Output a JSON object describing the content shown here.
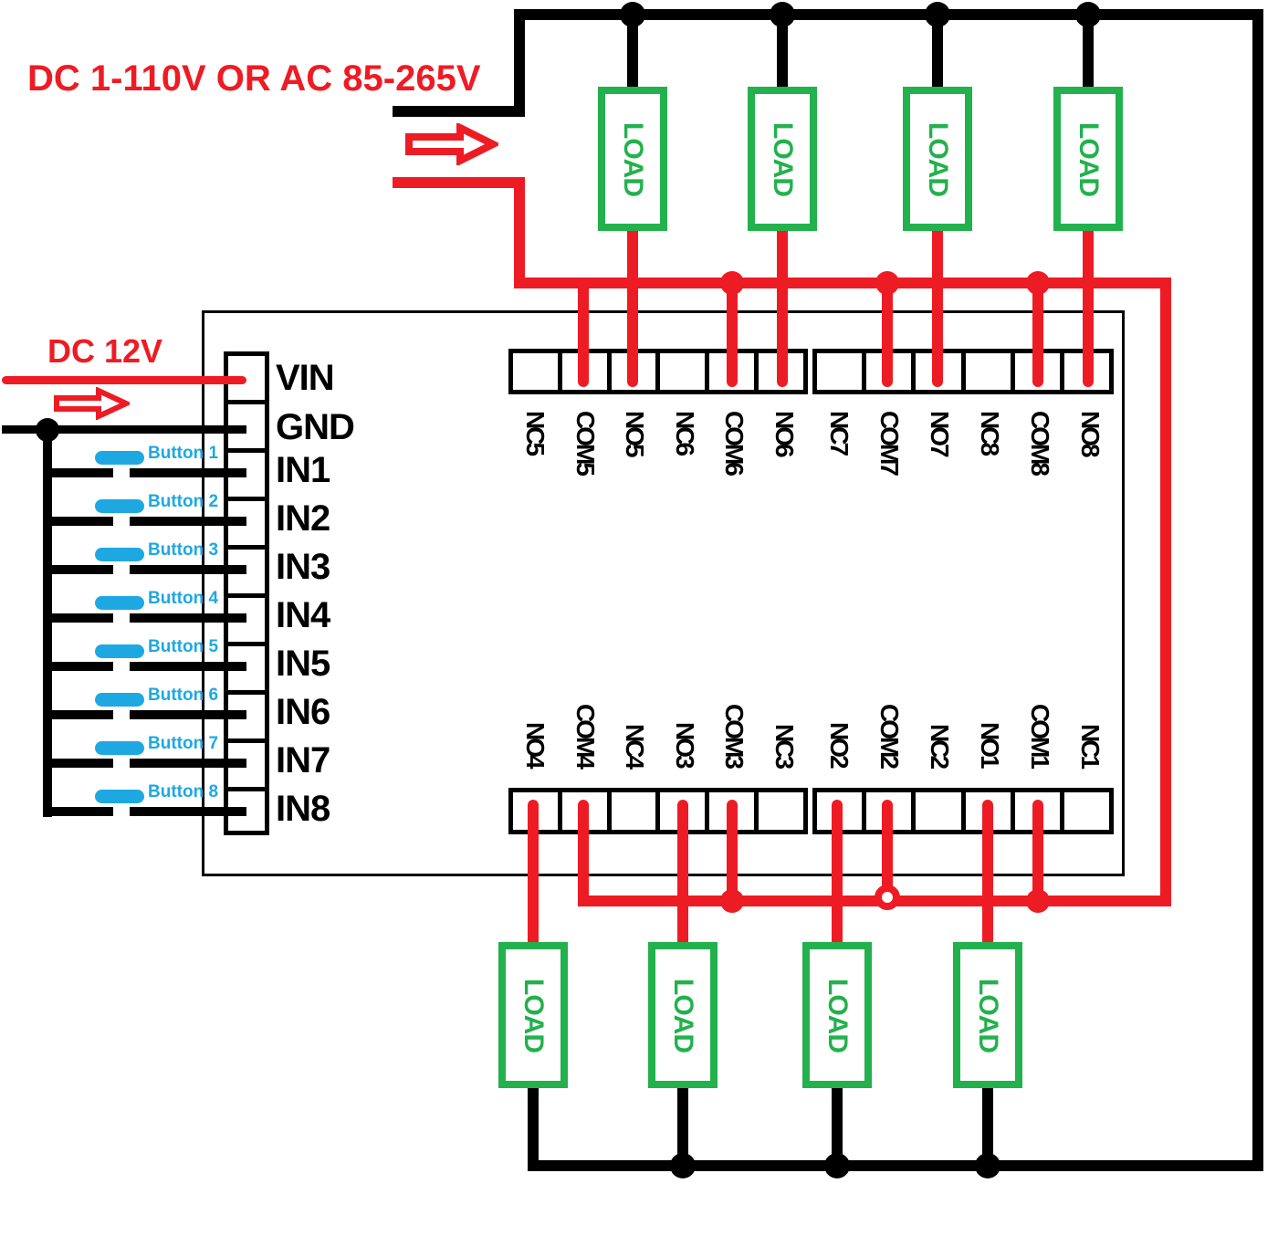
{
  "diagram": {
    "ac_supply_label": "DC 1-110V OR AC 85-265V",
    "dc_supply_label": "DC 12V",
    "load_label": "LOAD"
  },
  "left_terminals": [
    "VIN",
    "GND",
    "IN1",
    "IN2",
    "IN3",
    "IN4",
    "IN5",
    "IN6",
    "IN7",
    "IN8"
  ],
  "buttons": [
    "Button 1",
    "Button 2",
    "Button 3",
    "Button 4",
    "Button 5",
    "Button 6",
    "Button 7",
    "Button 8"
  ],
  "top_terminals": [
    "NC5",
    "COM5",
    "NO5",
    "NC6",
    "COM6",
    "NO6",
    "NC7",
    "COM7",
    "NO7",
    "NC8",
    "COM8",
    "NO8"
  ],
  "bottom_terminals": [
    "NO4",
    "COM4",
    "NC4",
    "NO3",
    "COM3",
    "NC3",
    "NO2",
    "COM2",
    "NC2",
    "NO1",
    "COM1",
    "NC1"
  ],
  "colors": {
    "wire_black": "#000000",
    "wire_red": "#ED1C24",
    "load_green": "#22B14C",
    "button_blue": "#1EA8E2"
  }
}
